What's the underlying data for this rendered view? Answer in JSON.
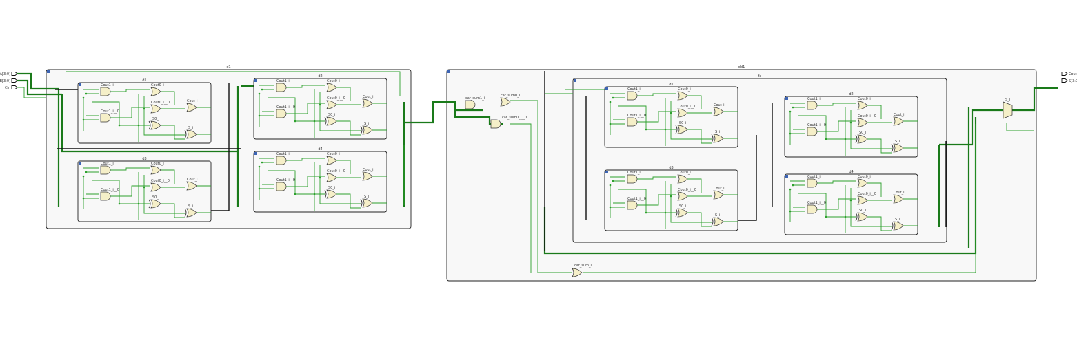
{
  "ports_in": [
    "A[3:0]",
    "B[3:0]",
    "Cin"
  ],
  "ports_out": [
    "Cout",
    "S[3:0]"
  ],
  "blocks": {
    "left_block": "d1",
    "right_block": "dd1",
    "inner_block": "fa",
    "sub_labels": [
      "d1",
      "d2",
      "d3",
      "d4"
    ]
  },
  "gate_labels": {
    "cout1": "Cout1_i",
    "cout1_0": "Cout1_i__0",
    "cout0": "Cout0_i",
    "cout0_0": "Cout0_i__0",
    "s0": "S0_i",
    "cout": "Cout_i",
    "s": "S_i"
  },
  "mid_labels": {
    "car_sum1": "car_sum1_i",
    "car_sum0": "car_sum0_i",
    "car_sum0_0": "car_sum0_i__0",
    "car_sum": "car_sum_i"
  },
  "mux_label": "S_i",
  "colors": {
    "wire": "#2ca02c",
    "bus": "#1a7a1a",
    "gate_fill": "#f5efc8",
    "block_fill": "#f8f8f8"
  }
}
